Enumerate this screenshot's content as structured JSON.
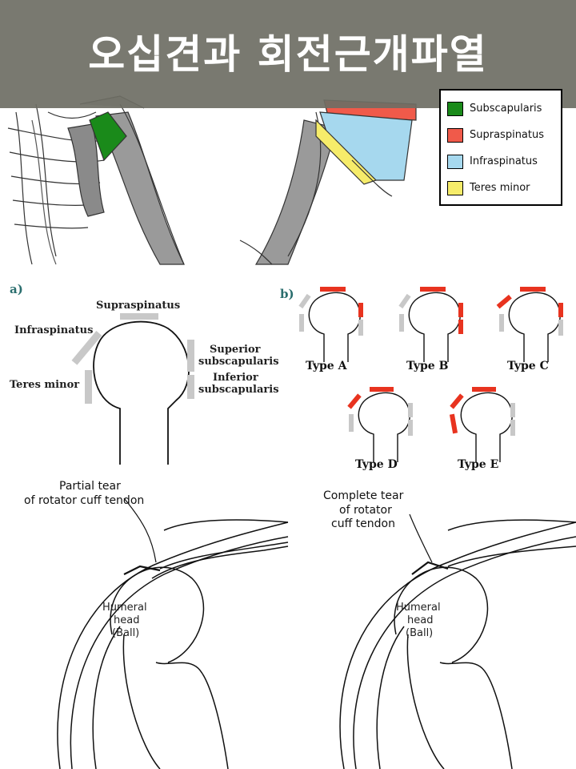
{
  "banner": {
    "title": "오십견과 회전근개파열"
  },
  "legend": {
    "items": [
      {
        "label": "Subscapularis",
        "color": "#1a8a1a"
      },
      {
        "label": "Supraspinatus",
        "color": "#f05a4a"
      },
      {
        "label": "Infraspinatus",
        "color": "#a6d8ee"
      },
      {
        "label": "Teres minor",
        "color": "#f6ec6a"
      }
    ]
  },
  "diagram_a": {
    "panel_label": "a)",
    "supraspinatus": "Supraspinatus",
    "infraspinatus": "Infraspinatus",
    "teres_minor": "Teres minor",
    "superior_1": "Superior",
    "superior_2": "subscapularis",
    "inferior_1": "Inferior",
    "inferior_2": "subscapularis"
  },
  "diagram_b": {
    "panel_label": "b)",
    "types": [
      "Type A",
      "Type B",
      "Type C",
      "Type D",
      "Type E"
    ]
  },
  "tears": {
    "partial_1": "Partial tear",
    "partial_2": "of rotator cuff tendon",
    "complete_1": "Complete tear",
    "complete_2": "of rotator",
    "complete_3": "cuff tendon",
    "humeral_1": "Humeral",
    "humeral_2": "head",
    "humeral_3": "(Ball)"
  }
}
